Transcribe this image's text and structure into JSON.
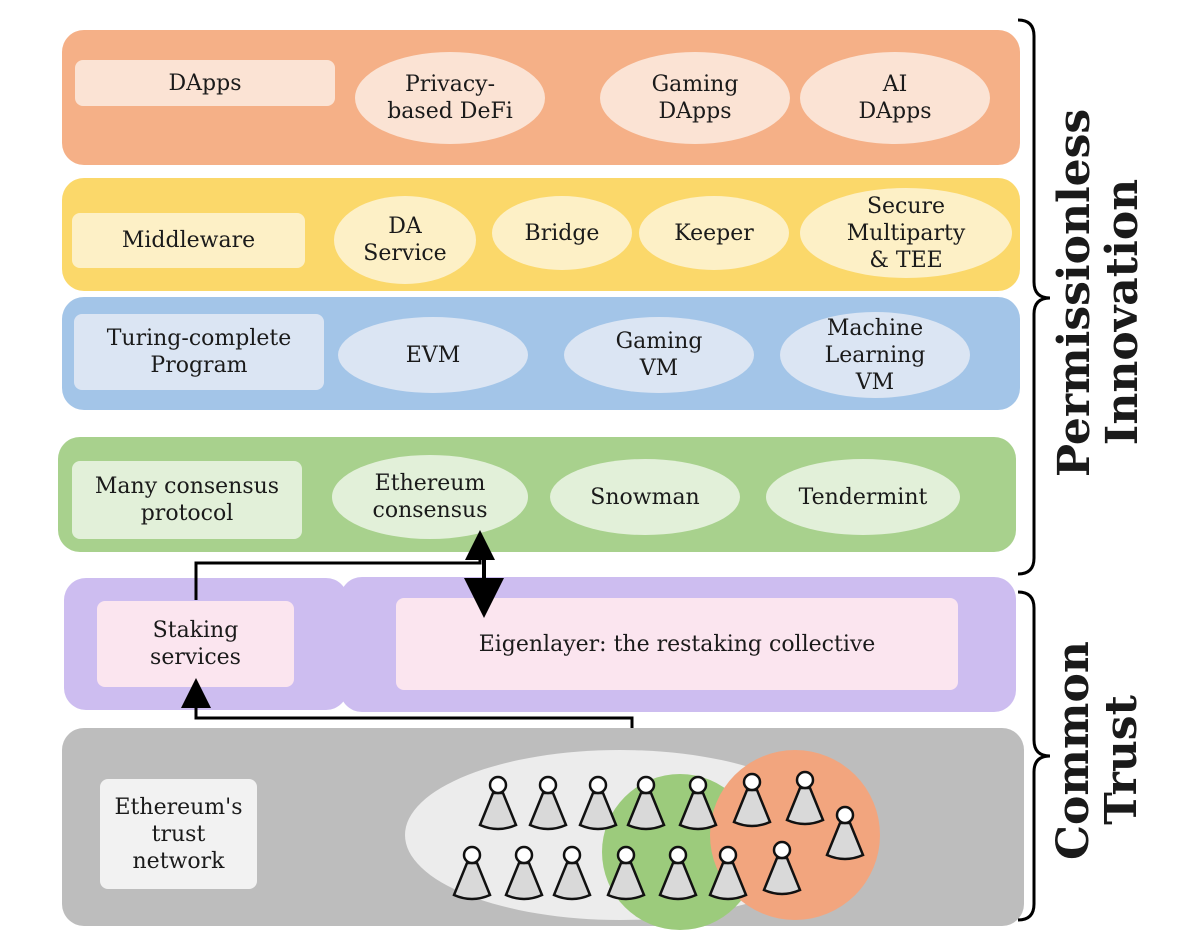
{
  "layers": {
    "dapps": {
      "label": "DApps",
      "items": [
        "Privacy-\nbased DeFi",
        "Gaming\nDApps",
        "AI\nDApps"
      ],
      "color": "#f5b087"
    },
    "middleware": {
      "label": "Middleware",
      "items": [
        "DA\nService",
        "Bridge",
        "Keeper",
        "Secure\nMultiparty\n& TEE"
      ],
      "color": "#fbd86a"
    },
    "vm": {
      "label": "Turing-complete\nProgram",
      "items": [
        "EVM",
        "Gaming\nVM",
        "Machine\nLearning\nVM"
      ],
      "color": "#a3c5e8"
    },
    "consensus": {
      "label": "Many consensus\nprotocol",
      "items": [
        "Ethereum\nconsensus",
        "Snowman",
        "Tendermint"
      ],
      "color": "#a8d18d"
    },
    "restaking": {
      "staking_label": "Staking\nservices",
      "eigenlayer_label": "Eigenlayer: the restaking collective",
      "color": "#cdbdf0"
    },
    "trust": {
      "label": "Ethereum's\ntrust\nnetwork",
      "color": "#bdbdbd"
    }
  },
  "brackets": {
    "top": "Permissionless\nInnovation",
    "bottom": "Common\nTrust"
  }
}
